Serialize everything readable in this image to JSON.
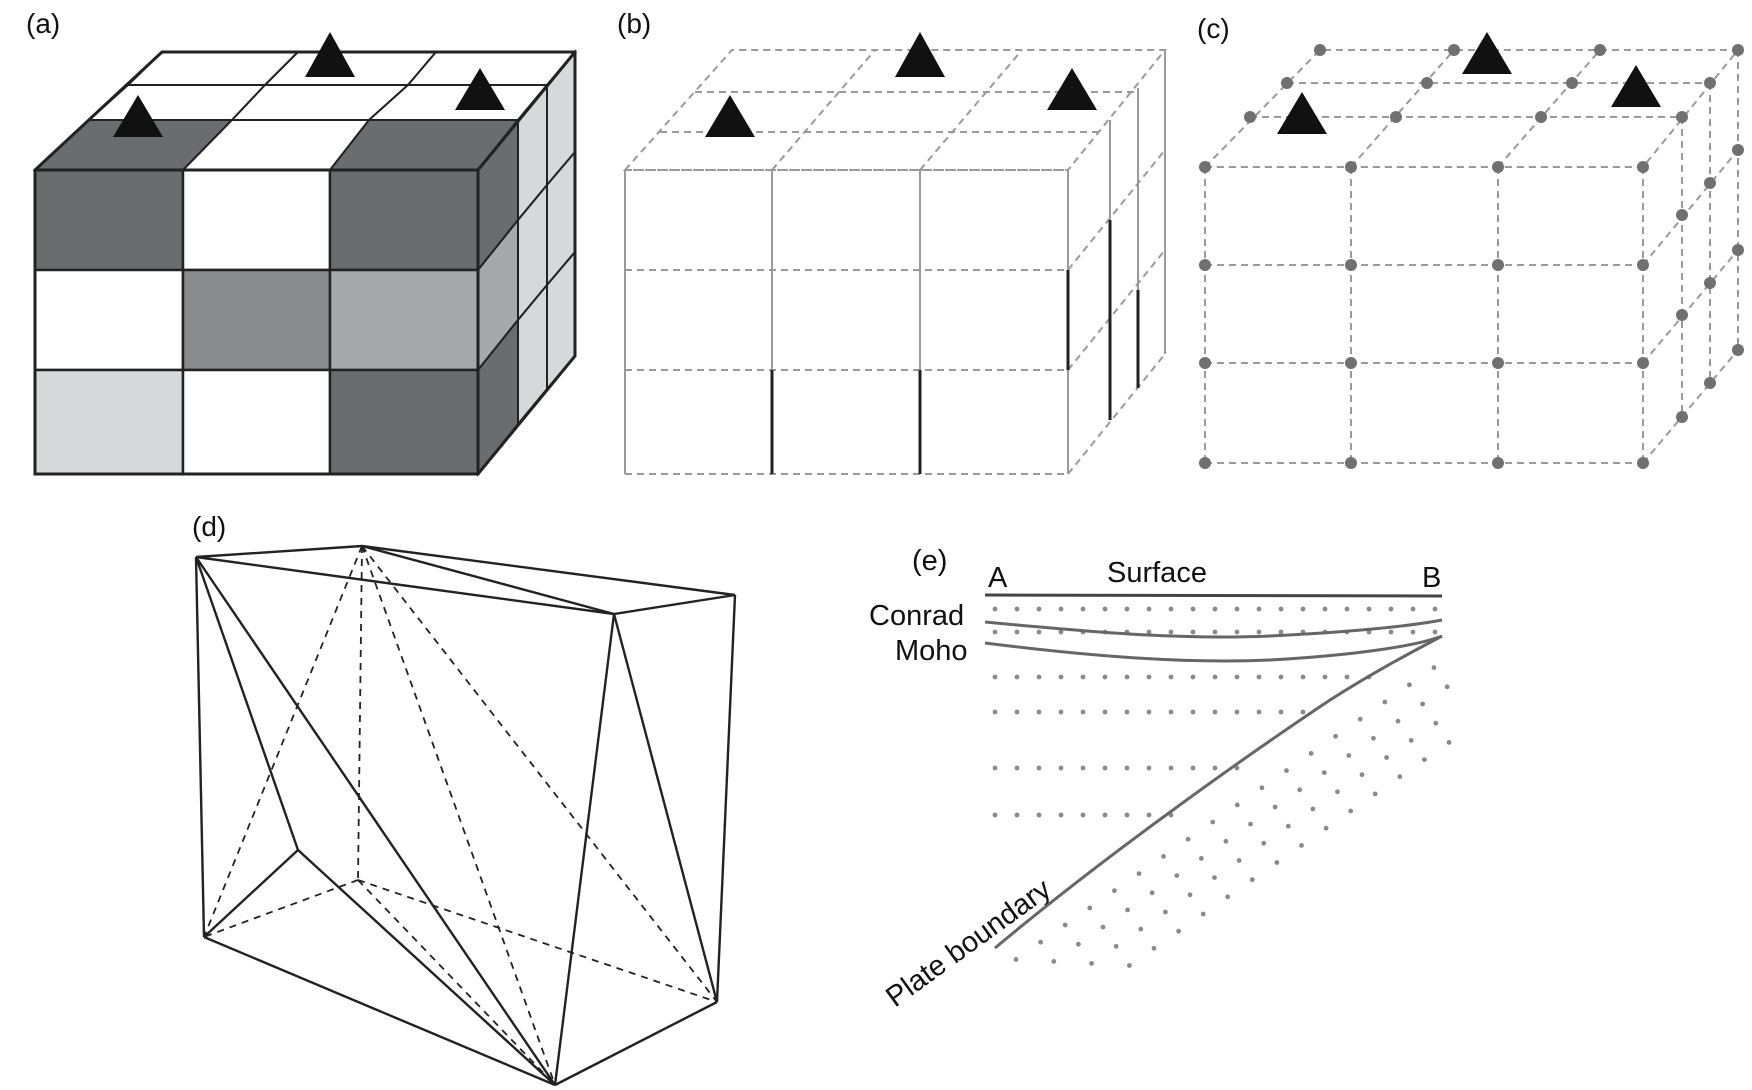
{
  "panels": {
    "a": {
      "label": "(a)"
    },
    "b": {
      "label": "(b)"
    },
    "c": {
      "label": "(c)"
    },
    "d": {
      "label": "(d)"
    },
    "e": {
      "label": "(e)",
      "point_a": "A",
      "point_b": "B",
      "surface": "Surface",
      "conrad": "Conrad",
      "moho": "Moho",
      "plate_boundary": "Plate boundary"
    }
  },
  "colors": {
    "dark_gray": "#6b6c70",
    "mid_gray": "#8a8b8e",
    "light_gray": "#a7a8ab",
    "pale_gray": "#d7d8da",
    "node_gray": "#707070",
    "dash_gray": "#9a9a9a"
  },
  "icons": [
    "station-triangle-icon"
  ]
}
